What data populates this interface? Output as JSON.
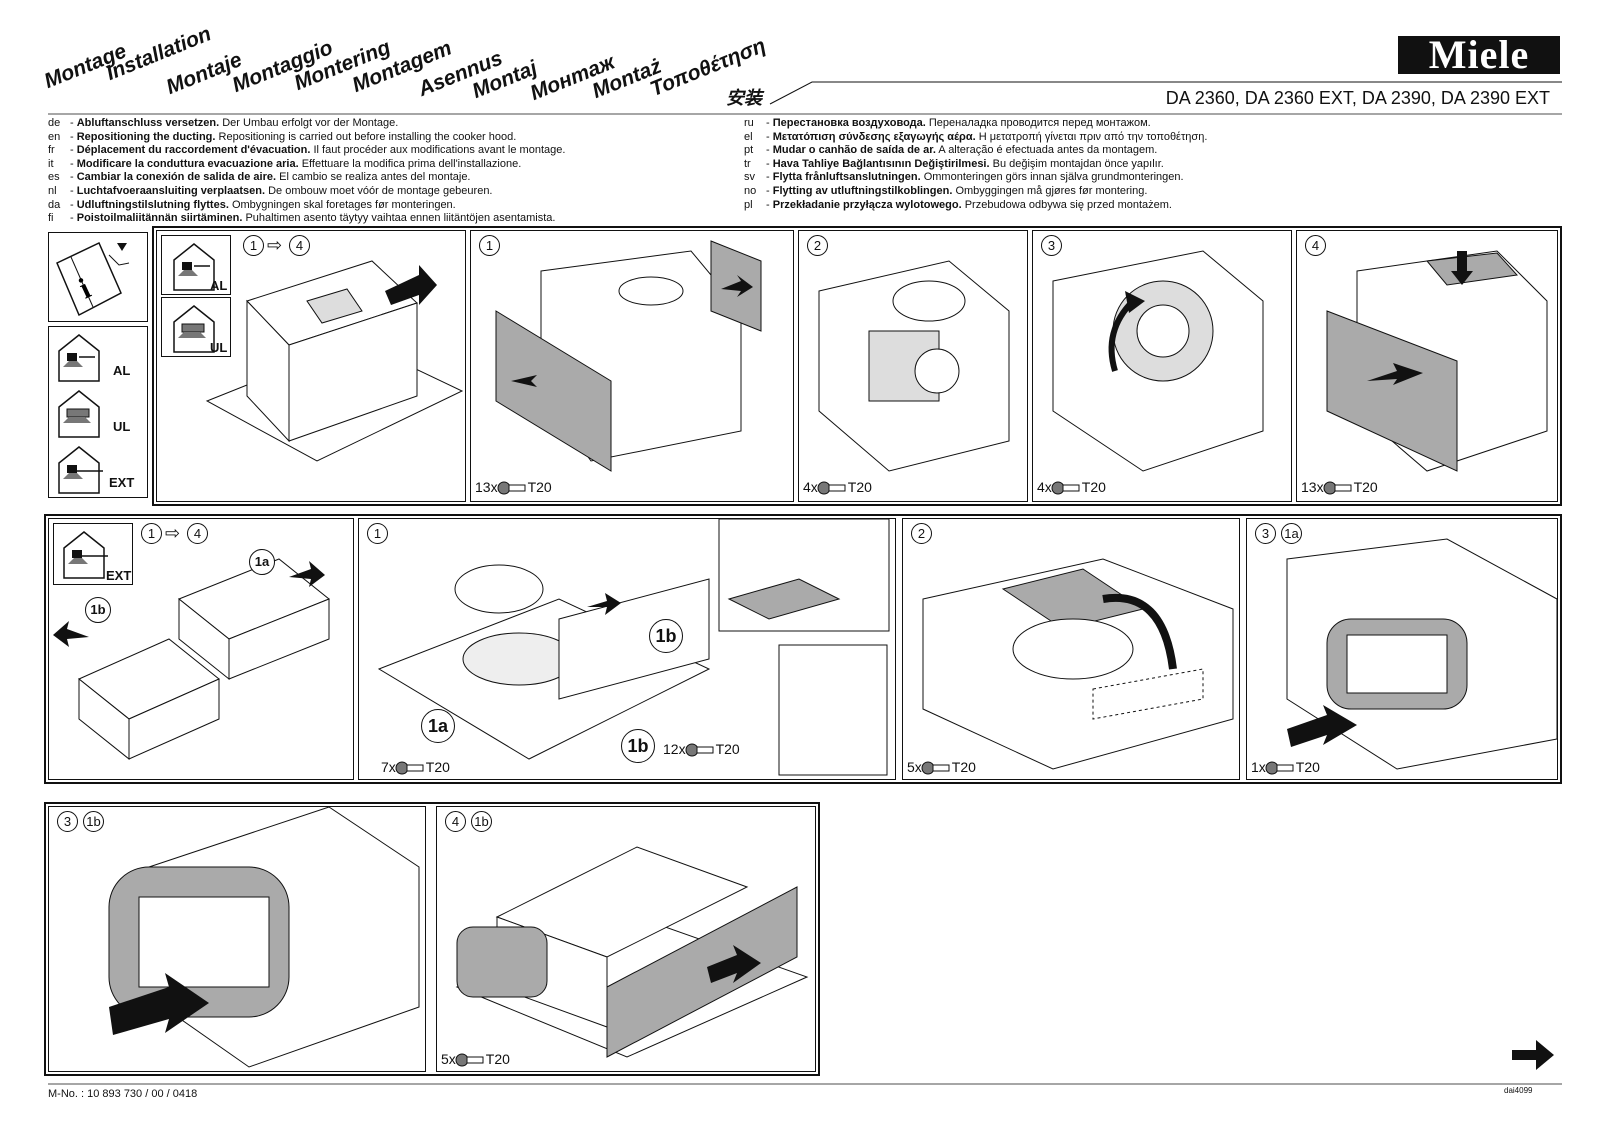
{
  "header": {
    "languages": [
      "Montage",
      "Installation",
      "Montaje",
      "Montaggio",
      "Montering",
      "Montagem",
      "Asennus",
      "Montaj",
      "Монтаж",
      "Montaż",
      "Τοποθέτηση",
      "安装"
    ],
    "brand": "Miele",
    "models": "DA 2360, DA 2360 EXT, DA 2390, DA 2390 EXT"
  },
  "instructions_left": [
    {
      "code": "de",
      "title": "Abluftanschluss versetzen.",
      "text": "Der Umbau erfolgt vor der Montage."
    },
    {
      "code": "en",
      "title": "Repositioning the ducting.",
      "text": "Repositioning is carried out before installing the cooker hood."
    },
    {
      "code": "fr",
      "title": "Déplacement du raccordement d'évacuation.",
      "text": "Il faut procéder aux modifications avant le montage."
    },
    {
      "code": "it",
      "title": "Modificare la conduttura evacuazione aria.",
      "text": "Effettuare la modifica prima dell'installazione."
    },
    {
      "code": "es",
      "title": "Cambiar la conexión de salida de aire.",
      "text": "El cambio se realiza antes del montaje."
    },
    {
      "code": "nl",
      "title": "Luchtafvoeraansluiting verplaatsen.",
      "text": "De ombouw moet vóór de montage gebeuren."
    },
    {
      "code": "da",
      "title": "Udluftningstilslutning flyttes.",
      "text": "Ombygningen skal foretages før monteringen."
    },
    {
      "code": "fi",
      "title": "Poistoilmaliitännän siirtäminen.",
      "text": "Puhaltimen asento täytyy vaihtaa ennen liitäntöjen asentamista."
    }
  ],
  "instructions_right": [
    {
      "code": "ru",
      "title": "Перестановка воздуховода.",
      "text": "Переналадка проводится перед монтажом."
    },
    {
      "code": "el",
      "title": "Μετατόπιση σύνδεσης εξαγωγής αέρα.",
      "text": "Η μετατροπή γίνεται πριν από την τοποθέτηση."
    },
    {
      "code": "pt",
      "title": "Mudar o canhão de saída de ar.",
      "text": "A alteração é efectuada antes da montagem."
    },
    {
      "code": "tr",
      "title": "Hava Tahliye Bağlantısının Değiştirilmesi.",
      "text": "Bu değişim montajdan önce yapılır."
    },
    {
      "code": "sv",
      "title": "Flytta frånluftsanslutningen.",
      "text": "Ommonteringen görs innan själva grundmonteringen."
    },
    {
      "code": "no",
      "title": "Flytting av utluftningstilkoblingen.",
      "text": "Ombyggingen må gjøres før montering."
    },
    {
      "code": "pl",
      "title": "Przekładanie przyłącza wylotowego.",
      "text": "Przebudowa odbywa się przed montażem."
    }
  ],
  "labels": {
    "al": "AL",
    "ul": "UL",
    "ext": "EXT",
    "s1": "1",
    "s2": "2",
    "s3": "3",
    "s4": "4",
    "c1a": "1a",
    "c1b": "1b",
    "arrow": "⇨"
  },
  "screw_counts": {
    "r1p1": "13x",
    "r1p2": "4x",
    "r1p3": "4x",
    "r1p4": "13x",
    "r2p1a": "7x",
    "r2p1b": "12x",
    "r2p2": "5x",
    "r2p3": "1x",
    "r3p1": "5x",
    "driver": "T20"
  },
  "footer": {
    "part_number": "M-No. : 10 893 730 / 00 / 0418",
    "code": "dai4099"
  }
}
